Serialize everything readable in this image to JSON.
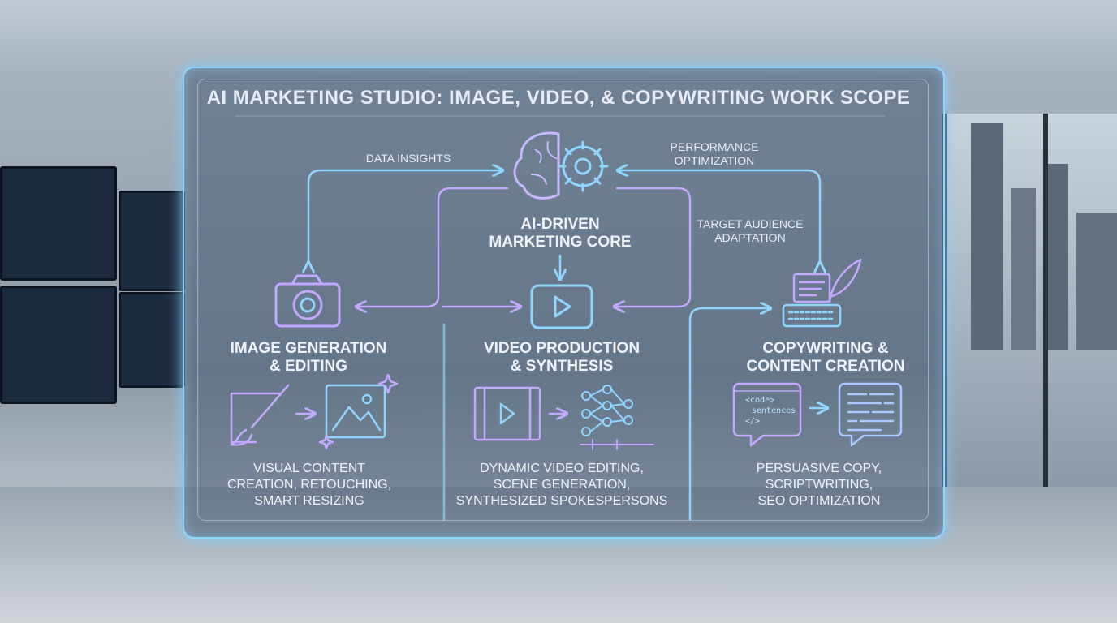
{
  "title": "AI Marketing Studio: Image, Video, & Copywriting Work Scope",
  "flows": {
    "data_insights": "Data Insights",
    "performance": [
      "Performance",
      "Optimization"
    ],
    "audience": [
      "Target Audience",
      "Adaptation"
    ]
  },
  "core": [
    "AI-Driven",
    "Marketing Core"
  ],
  "sections": [
    {
      "heading": [
        "Image Generation",
        "& Editing"
      ],
      "description": [
        "Visual Content",
        "Creation, Retouching,",
        "Smart Resizing"
      ]
    },
    {
      "heading": [
        "Video Production",
        "& Synthesis"
      ],
      "description": [
        "Dynamic Video Editing,",
        "Scene Generation,",
        "Synthesized Spokespersons"
      ]
    },
    {
      "heading": [
        "Copywriting &",
        "Content Creation"
      ],
      "description": [
        "Persuasive Copy,",
        "Scriptwriting,",
        "SEO Optimization"
      ]
    }
  ],
  "code_bubble": [
    "<code>",
    "sentences",
    "</>"
  ],
  "colors": {
    "cyan": "#8fd6ff",
    "purple": "#c3a8ff",
    "text": "#eef3fa"
  }
}
